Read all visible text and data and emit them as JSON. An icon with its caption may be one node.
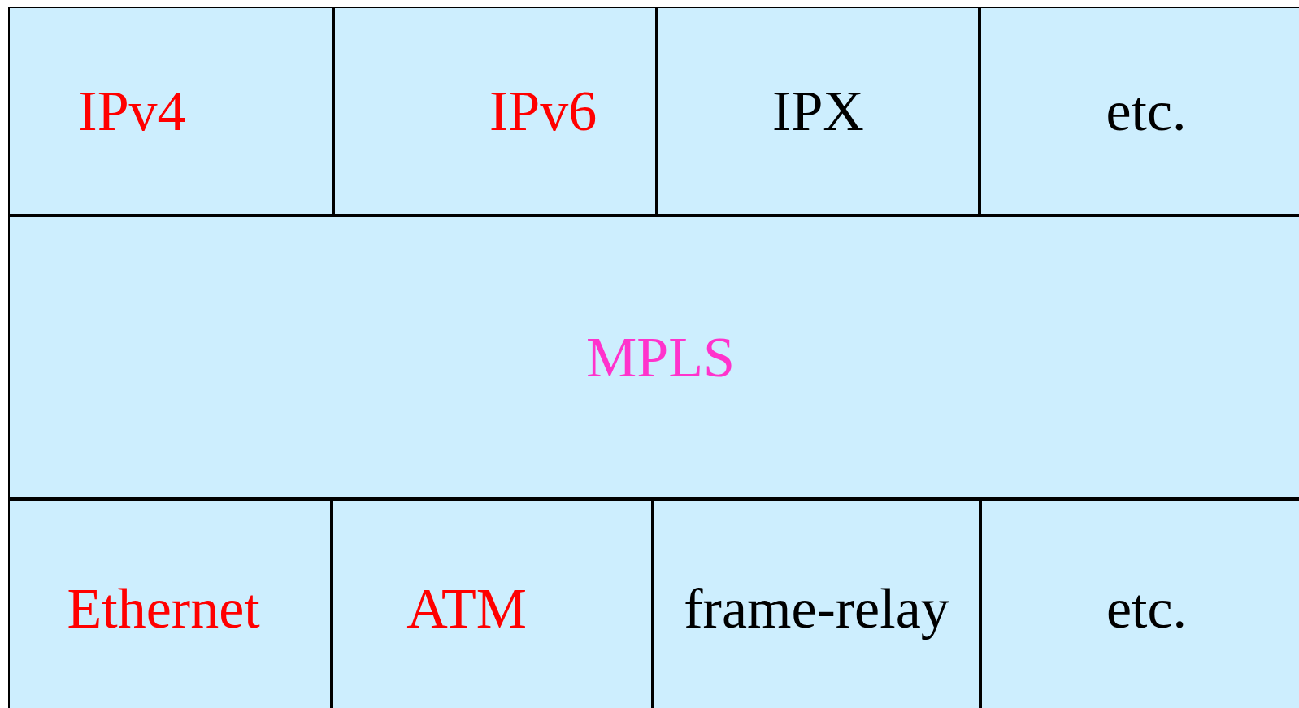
{
  "diagram": {
    "nodes": [
      {
        "text": [
          "IPv4"
        ]
      },
      {
        "text": [
          "IPv6"
        ]
      },
      {
        "text": [
          "IPX"
        ]
      },
      {
        "text": [
          "etc."
        ]
      },
      {
        "text": [
          "MPLS"
        ]
      },
      {
        "text": [
          "Ethernet"
        ]
      },
      {
        "text": [
          "ATM"
        ]
      },
      {
        "text": [
          "frame-relay"
        ]
      },
      {
        "text": [
          "etc."
        ]
      }
    ]
  }
}
